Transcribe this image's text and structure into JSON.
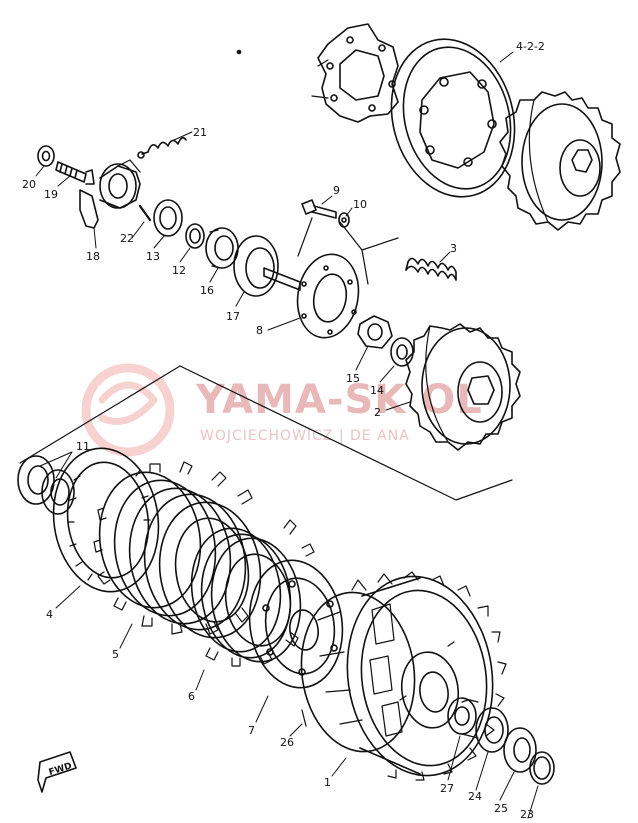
{
  "watermark": {
    "brand": "YAMA-SKLEPMOTOCYKLOWY",
    "brand_visible": "YAMA-SK   OL",
    "subtitle": "WOJCIECHOWICZ | DE        ANA"
  },
  "fwd_label": "FWD",
  "callouts": [
    "4-2-2",
    "21",
    "20",
    "19",
    "18",
    "22",
    "13",
    "12",
    "16",
    "17",
    "9",
    "10",
    "8",
    "3",
    "15",
    "14",
    "2",
    "11",
    "4",
    "5",
    "6",
    "7",
    "26",
    "1",
    "27",
    "24",
    "25",
    "23"
  ],
  "colors": {
    "ink": "#111111",
    "watermark": "#e9b9b9"
  }
}
